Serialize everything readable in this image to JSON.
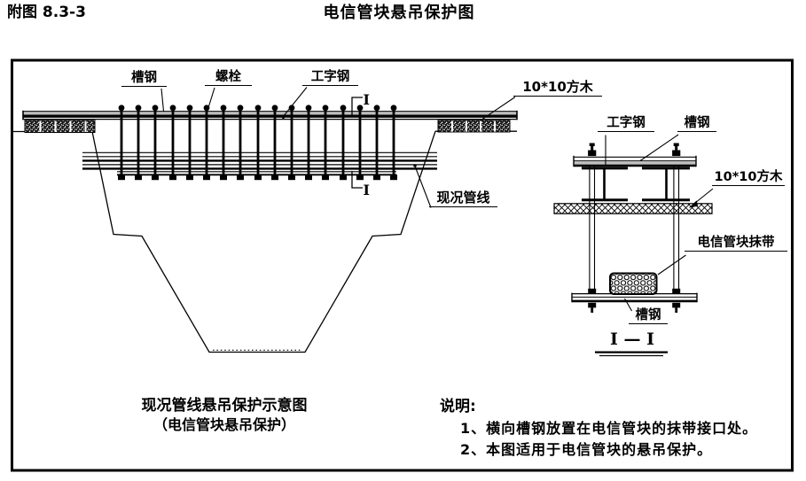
{
  "header": {
    "figure_no": "附图 8.3-3",
    "title": "电信管块悬吊保护图"
  },
  "plan_view": {
    "label_channel_steel": "槽钢",
    "label_bolt": "螺栓",
    "label_i_beam": "工字钢",
    "label_timber": "10*10方木",
    "label_existing_pipeline": "现况管线",
    "section_mark": "I",
    "caption_line1": "现况管线悬吊保护示意图",
    "caption_line2": "（电信管块悬吊保护）"
  },
  "section_view": {
    "label_i_beam": "工字钢",
    "label_channel_steel_top": "槽钢",
    "label_timber": "10*10方木",
    "label_duct_block": "电信管块抹带",
    "label_channel_steel_bottom": "槽钢",
    "title": "I — I"
  },
  "notes": {
    "heading": "说明:",
    "item_1": "1、横向槽钢放置在电信管块的抹带接口处。",
    "item_2": "2、本图适用于电信管块的悬吊保护。"
  },
  "colors": {
    "ink": "#000000",
    "paper": "#ffffff",
    "beam_fill": "#bfbfbf"
  }
}
